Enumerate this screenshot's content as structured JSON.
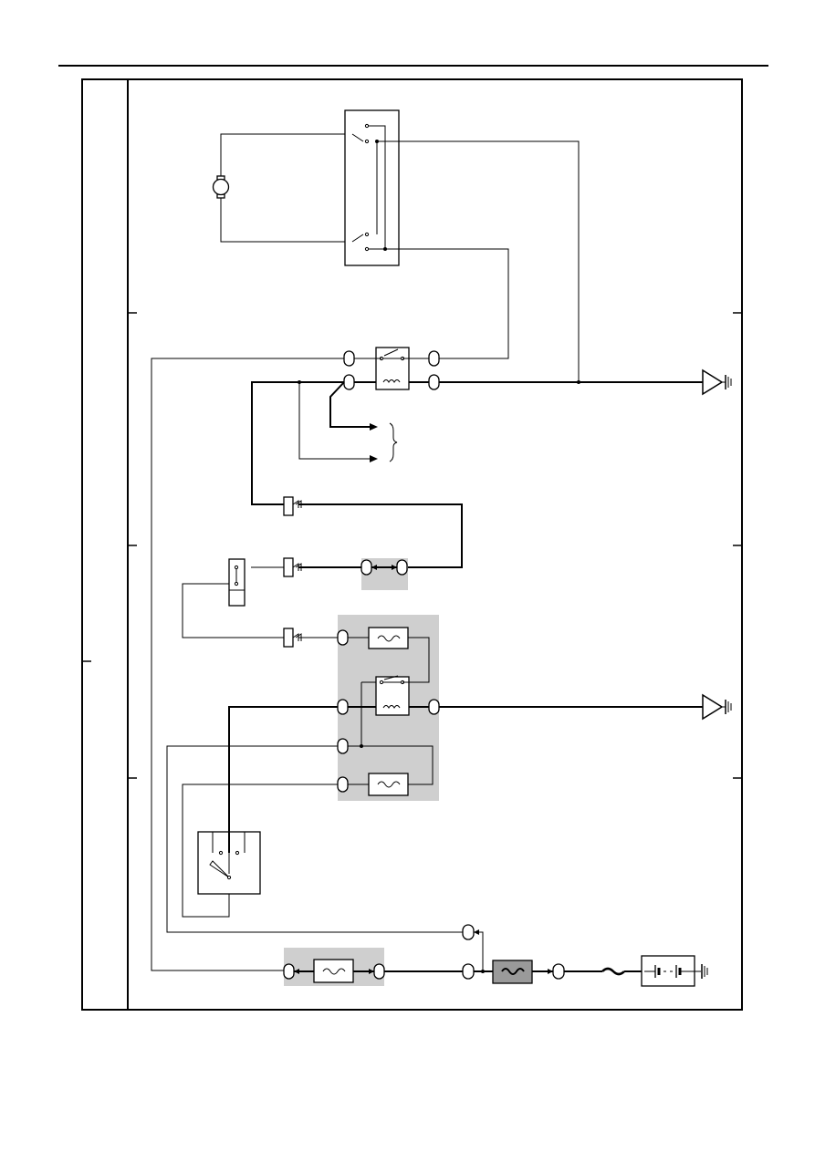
{
  "page": {
    "title": "",
    "colors": {
      "line": "#000000",
      "shade": "#cfcfcf",
      "background": "#ffffff"
    }
  },
  "components": [
    "motor-icon",
    "switch-unit",
    "relay-top",
    "connector-stub-group",
    "inline-connector-group",
    "fuse-relay-block",
    "relay-mid",
    "fuse-upper",
    "fuse-lower",
    "ignition-switch",
    "fusible-link-block",
    "main-fusible-link",
    "fusible-link-wire",
    "battery",
    "ground-symbol-top",
    "ground-symbol-bottom"
  ]
}
